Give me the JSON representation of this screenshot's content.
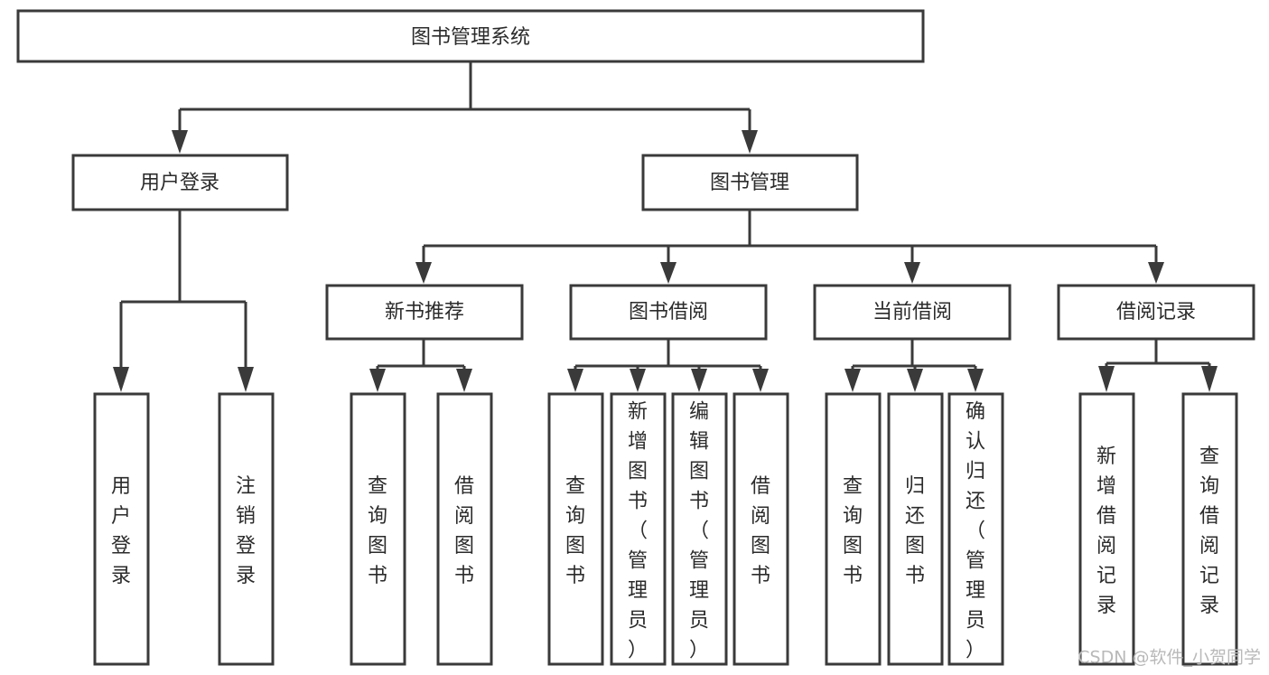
{
  "diagram": {
    "type": "tree-hierarchy",
    "title": "图书管理系统",
    "palette": {
      "background": "#ffffff",
      "box_stroke": "#3a3a3a",
      "box_fill": "#ffffff",
      "text": "#2b2b2b",
      "watermark": "#b9b9b9"
    },
    "root": {
      "id": "root",
      "label": "图书管理系统",
      "orientation": "horizontal"
    },
    "level2": [
      {
        "id": "user-login",
        "label": "用户登录",
        "orientation": "horizontal"
      },
      {
        "id": "book-manage",
        "label": "图书管理",
        "orientation": "horizontal"
      }
    ],
    "level3": [
      {
        "id": "new-book-recommend",
        "label": "新书推荐",
        "orientation": "horizontal",
        "parent": "book-manage"
      },
      {
        "id": "book-borrow",
        "label": "图书借阅",
        "orientation": "horizontal",
        "parent": "book-manage"
      },
      {
        "id": "current-borrow",
        "label": "当前借阅",
        "orientation": "horizontal",
        "parent": "book-manage"
      },
      {
        "id": "borrow-record",
        "label": "借阅记录",
        "orientation": "horizontal",
        "parent": "book-manage"
      }
    ],
    "leaves": [
      {
        "id": "leaf-user-login",
        "label": "用户登录",
        "orientation": "vertical",
        "parent": "user-login"
      },
      {
        "id": "leaf-user-logout",
        "label": "注销登录",
        "orientation": "vertical",
        "parent": "user-login"
      },
      {
        "id": "leaf-query-book-1",
        "label": "查询图书",
        "orientation": "vertical",
        "parent": "new-book-recommend"
      },
      {
        "id": "leaf-borrow-book-1",
        "label": "借阅图书",
        "orientation": "vertical",
        "parent": "new-book-recommend"
      },
      {
        "id": "leaf-query-book-2",
        "label": "查询图书",
        "orientation": "vertical",
        "parent": "book-borrow"
      },
      {
        "id": "leaf-add-book-admin",
        "label": "新增图书（管理员）",
        "orientation": "vertical",
        "parent": "book-borrow"
      },
      {
        "id": "leaf-edit-book-admin",
        "label": "编辑图书（管理员）",
        "orientation": "vertical",
        "parent": "book-borrow"
      },
      {
        "id": "leaf-borrow-book-2",
        "label": "借阅图书",
        "orientation": "vertical",
        "parent": "book-borrow"
      },
      {
        "id": "leaf-query-book-3",
        "label": "查询图书",
        "orientation": "vertical",
        "parent": "current-borrow"
      },
      {
        "id": "leaf-return-book",
        "label": "归还图书",
        "orientation": "vertical",
        "parent": "current-borrow"
      },
      {
        "id": "leaf-confirm-return-admin",
        "label": "确认归还（管理员）",
        "orientation": "vertical",
        "parent": "current-borrow"
      },
      {
        "id": "leaf-add-borrow-record",
        "label": "新增借阅记录",
        "orientation": "vertical",
        "parent": "borrow-record"
      },
      {
        "id": "leaf-query-borrow-record",
        "label": "查询借阅记录",
        "orientation": "vertical",
        "parent": "borrow-record"
      }
    ],
    "watermark": "CSDN @软件_小贺同学"
  }
}
